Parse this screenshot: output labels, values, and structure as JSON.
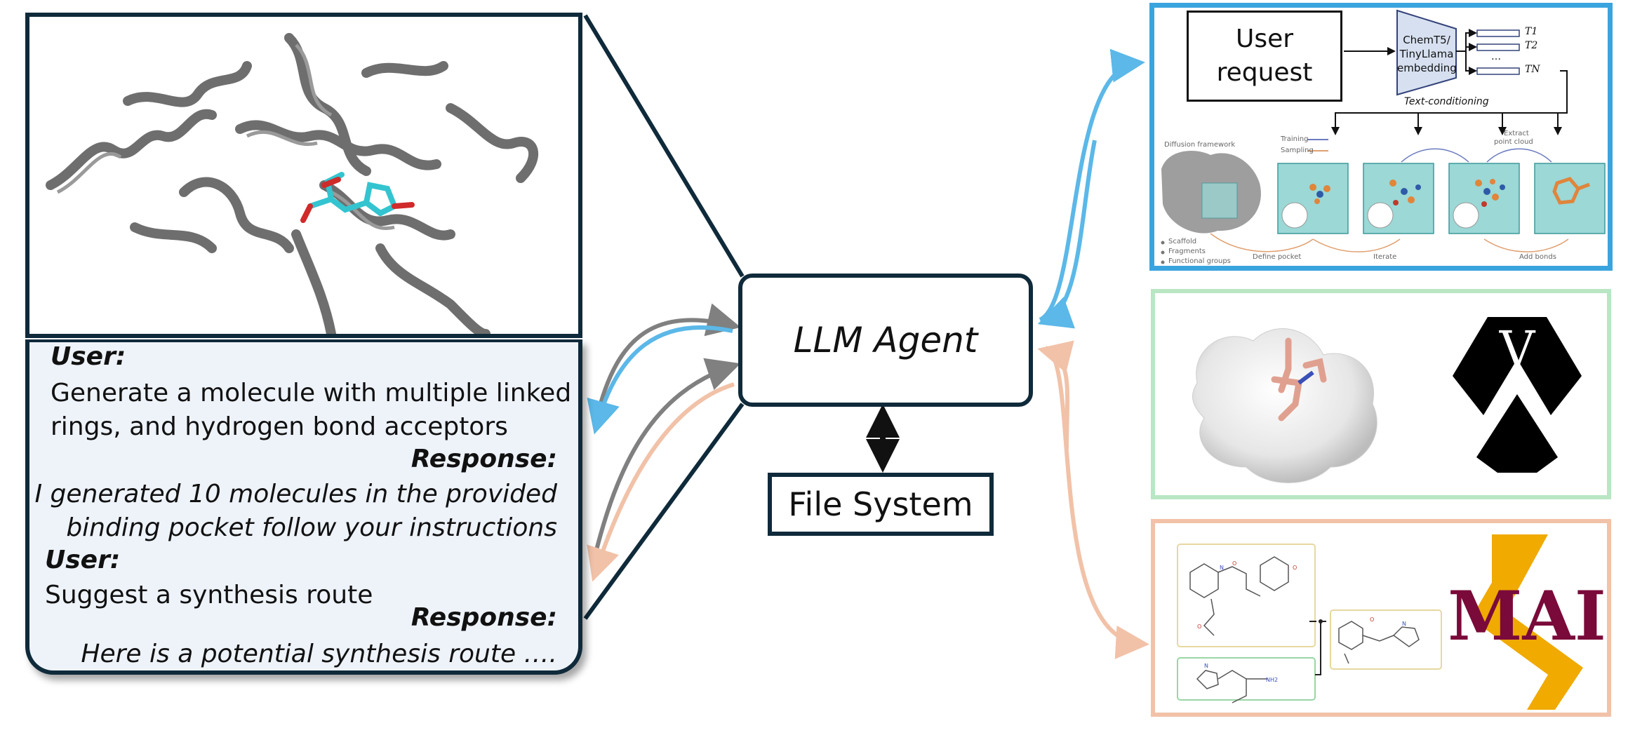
{
  "chat": {
    "user1_label": "User:",
    "user1_text_line1": "Generate a molecule with multiple linked",
    "user1_text_line2": "rings, and hydrogen bond acceptors",
    "response1_label": "Response:",
    "response1_text_line1": "I generated 10 molecules in the provided",
    "response1_text_line2": "binding pocket follow your instructions",
    "user2_label": "User:",
    "user2_text": "Suggest a synthesis route",
    "response2_label": "Response:",
    "response2_text": "Here is a potential synthesis route …."
  },
  "agent": {
    "label": "LLM Agent"
  },
  "file_system": {
    "label": "File System"
  },
  "diffusion": {
    "user_request": "User request",
    "embedding_line1": "ChemT5/",
    "embedding_line2": "TinyLlama",
    "embedding_line3": "embedding",
    "token_1": "T1",
    "token_2": "T2",
    "token_n": "TN",
    "ellipsis": "…",
    "text_conditioning": "Text-conditioning",
    "framework_label": "Diffusion framework",
    "training_label": "Training",
    "sampling_label": "Sampling",
    "extract_label_line1": "Extract",
    "extract_label_line2": "point cloud",
    "legend_scaffold": "Scaffold",
    "legend_fragments": "Fragments",
    "legend_functional": "Functional groups",
    "define_pocket": "Define pocket",
    "iterate": "Iterate",
    "add_bonds": "Add bonds"
  },
  "docking": {
    "logo_letter": "V"
  },
  "synthesis": {
    "logo_text": "MAI"
  },
  "colors": {
    "navy_border": "#0f2a3a",
    "blue_accent": "#3aa4df",
    "green_accent": "#b9e6c3",
    "peach_accent": "#f1c2a8",
    "gray_arrow": "#808080",
    "chat_bg": "#eef3fa",
    "pocket_teal": "#9bd8d6",
    "mai_maroon": "#7a0a3a",
    "mai_gold": "#f0aa00"
  }
}
